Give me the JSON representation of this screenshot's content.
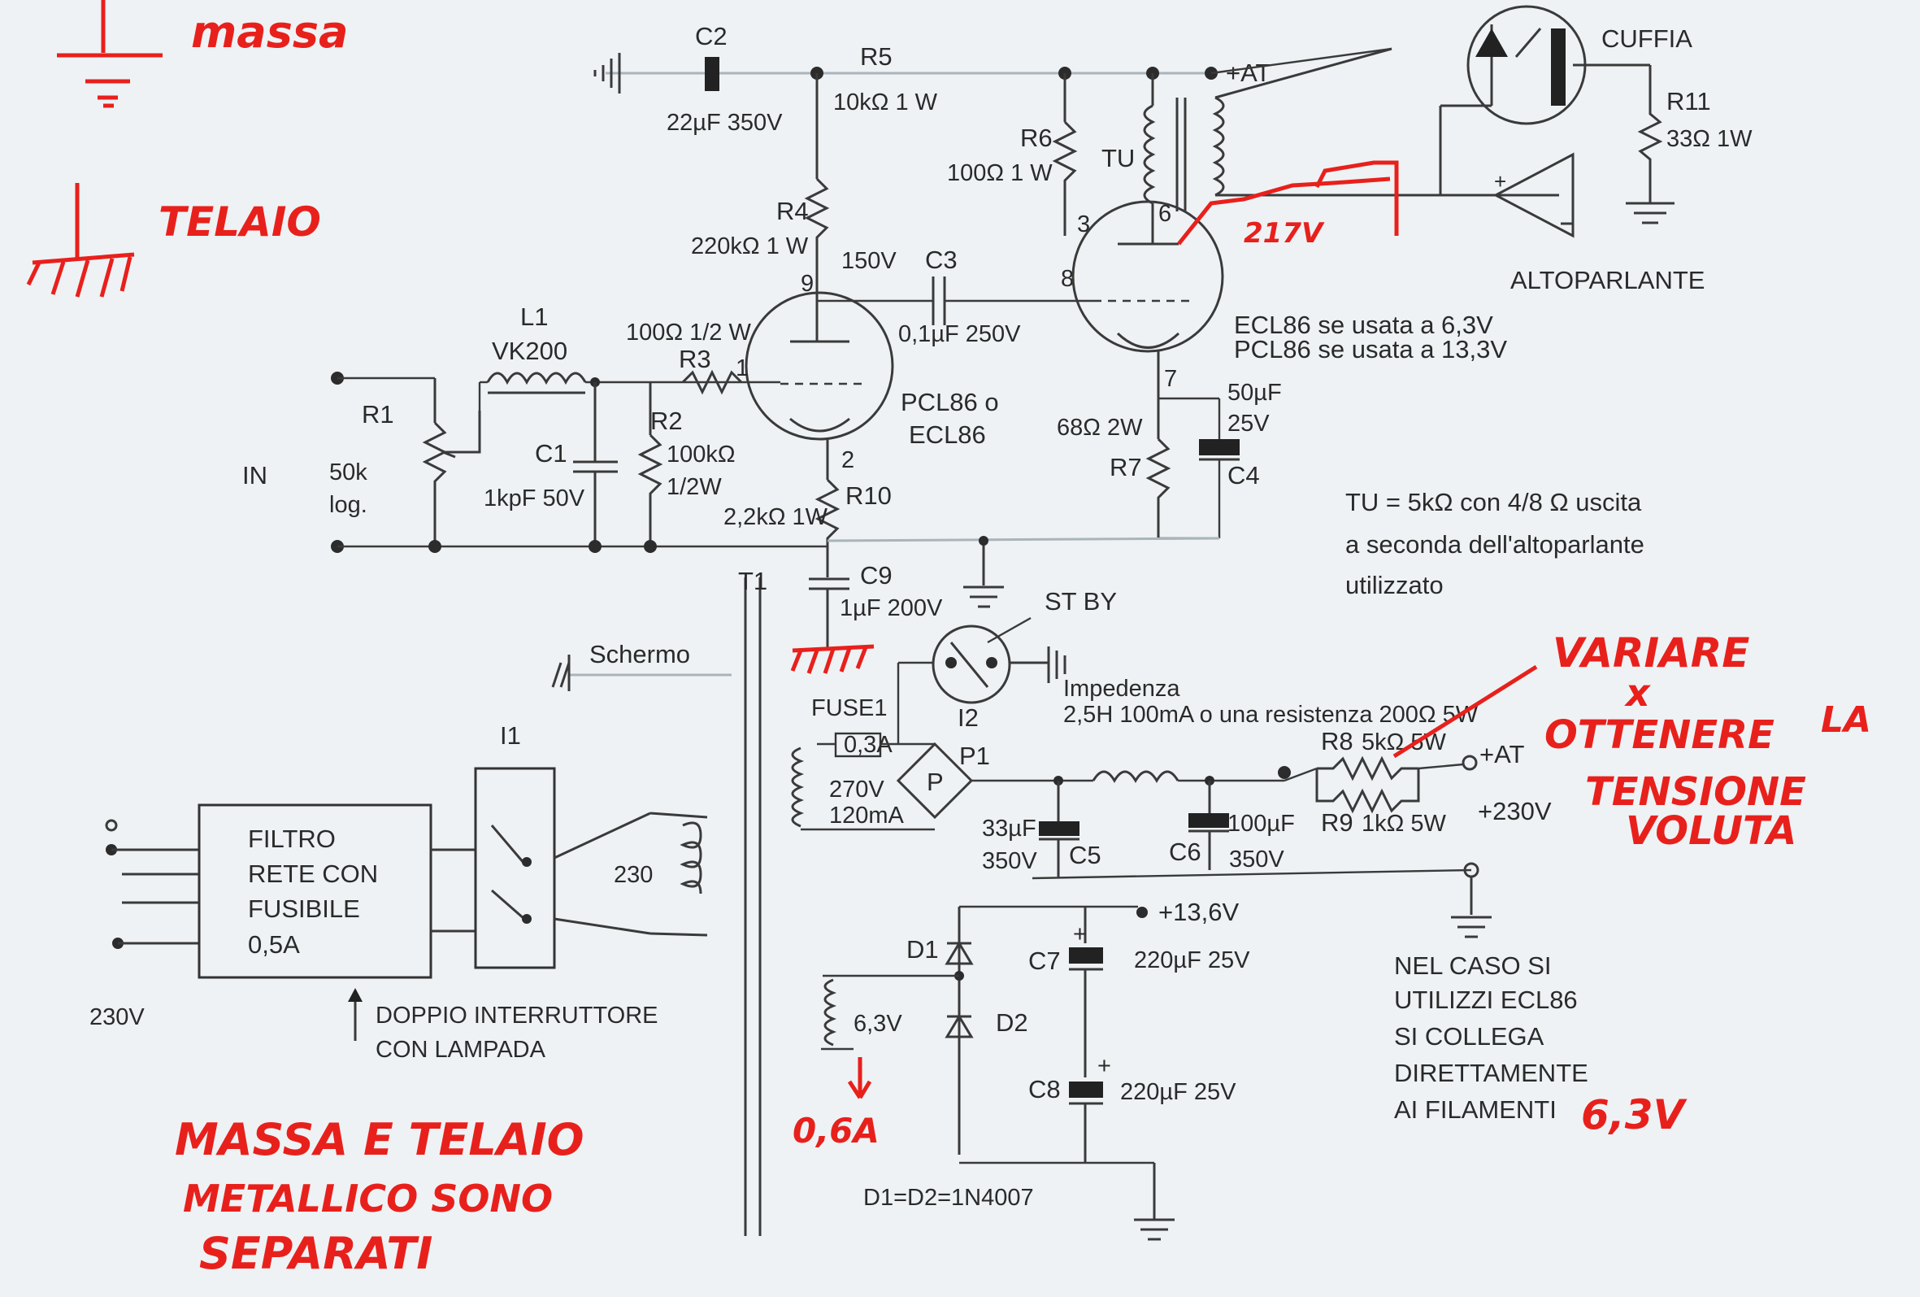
{
  "annotations": {
    "massa": "massa",
    "telaio": "TELAIO",
    "variare": "VARIARE",
    "x": "x",
    "ottenere": "OTTENERE",
    "la": "LA",
    "tensione": "TENSIONE",
    "voluta": "VOLUTA",
    "nota_line1": "MASSA E TELAIO",
    "nota_line2": "METALLICO SONO",
    "nota_line3": "SEPARATI",
    "filament_current": "0,6A",
    "tension_217": "217V",
    "filament_63": "6,3V"
  },
  "labels": {
    "c2": "C2",
    "c2_val": "22µF 350V",
    "r5": "R5",
    "r5_val": "10kΩ 1 W",
    "at_top": "+AT",
    "cuffia": "CUFFIA",
    "r11": "R11",
    "r11_val": "33Ω 1W",
    "r6": "R6",
    "r6_val": "100Ω 1 W",
    "tu": "TU",
    "r4": "R4",
    "r4_val": "220kΩ 1 W",
    "v150": "150V",
    "c3": "C3",
    "c3_val": "0,1µF 250V",
    "pin9": "9",
    "pin8": "8",
    "pin3": "3",
    "pin6": "6",
    "pin1": "1",
    "pin2": "2",
    "pin7": "7",
    "altoparlante": "ALTOPARLANTE",
    "l1": "L1",
    "l1_val": "VK200",
    "r3": "R3",
    "r3_val": "100Ω 1/2 W",
    "tube_v1_line1": "PCL86 o",
    "tube_v1_line2": "ECL86",
    "tube_v2_line1": "ECL86 se usata a 6,3V",
    "tube_v2_line2": "PCL86 se usata a 13,3V",
    "r1": "R1",
    "r1_val1": "50k",
    "r1_val2": "log.",
    "in": "IN",
    "c1": "C1",
    "c1_val": "1kpF 50V",
    "r2": "R2",
    "r2_val1": "100kΩ",
    "r2_val2": "1/2W",
    "r10": "R10",
    "r10_val": "2,2kΩ 1W",
    "r7": "R7",
    "r7_val": "68Ω 2W",
    "c4": "C4",
    "c4_val1": "50µF",
    "c4_val2": "25V",
    "tu_note1": "TU = 5kΩ con 4/8 Ω uscita",
    "tu_note2": "a seconda dell'altoparlante",
    "tu_note3": "utilizzato",
    "t1": "T1",
    "c9": "C9",
    "c9_val": "1µF 200V",
    "st_by": "ST BY",
    "schermo": "Schermo",
    "i2": "I2",
    "impedenza1": "Impedenza",
    "impedenza2": "2,5H 100mA o una resistenza 200Ω 5W",
    "fuse1": "FUSE1",
    "fuse_val": "0,3A",
    "sec_v": "270V",
    "sec_i": "120mA",
    "p1": "P1",
    "p_sym": "P",
    "r8": "R8",
    "r8_val": "5kΩ 5W",
    "r9": "R9",
    "r9_val": "1kΩ 5W",
    "at_out": "+AT",
    "v230_out": "+230V",
    "c5": "C5",
    "c5_val1": "33µF",
    "c5_val2": "350V",
    "c6": "C6",
    "c6_val1": "100µF",
    "c6_val2": "350V",
    "i1": "I1",
    "filtro1": "FILTRO",
    "filtro2": "RETE CON",
    "filtro3": "FUSIBILE",
    "filtro4": "0,5A",
    "prim": "230",
    "v230_in": "230V",
    "doppio1": "DOPPIO INTERRUTTORE",
    "doppio2": "CON LAMPADA",
    "v136": "+13,6V",
    "d1": "D1",
    "d2": "D2",
    "c7": "C7",
    "c7_val": "220µF 25V",
    "c8": "C8",
    "c8_val": "220µF 25V",
    "fil_v": "6,3V",
    "diodes": "D1=D2=1N4007",
    "nel1": "NEL CASO SI",
    "nel2": "UTILIZZI ECL86",
    "nel3": "SI COLLEGA",
    "nel4": "DIRETTAMENTE",
    "nel5": "AI FILAMENTI"
  }
}
